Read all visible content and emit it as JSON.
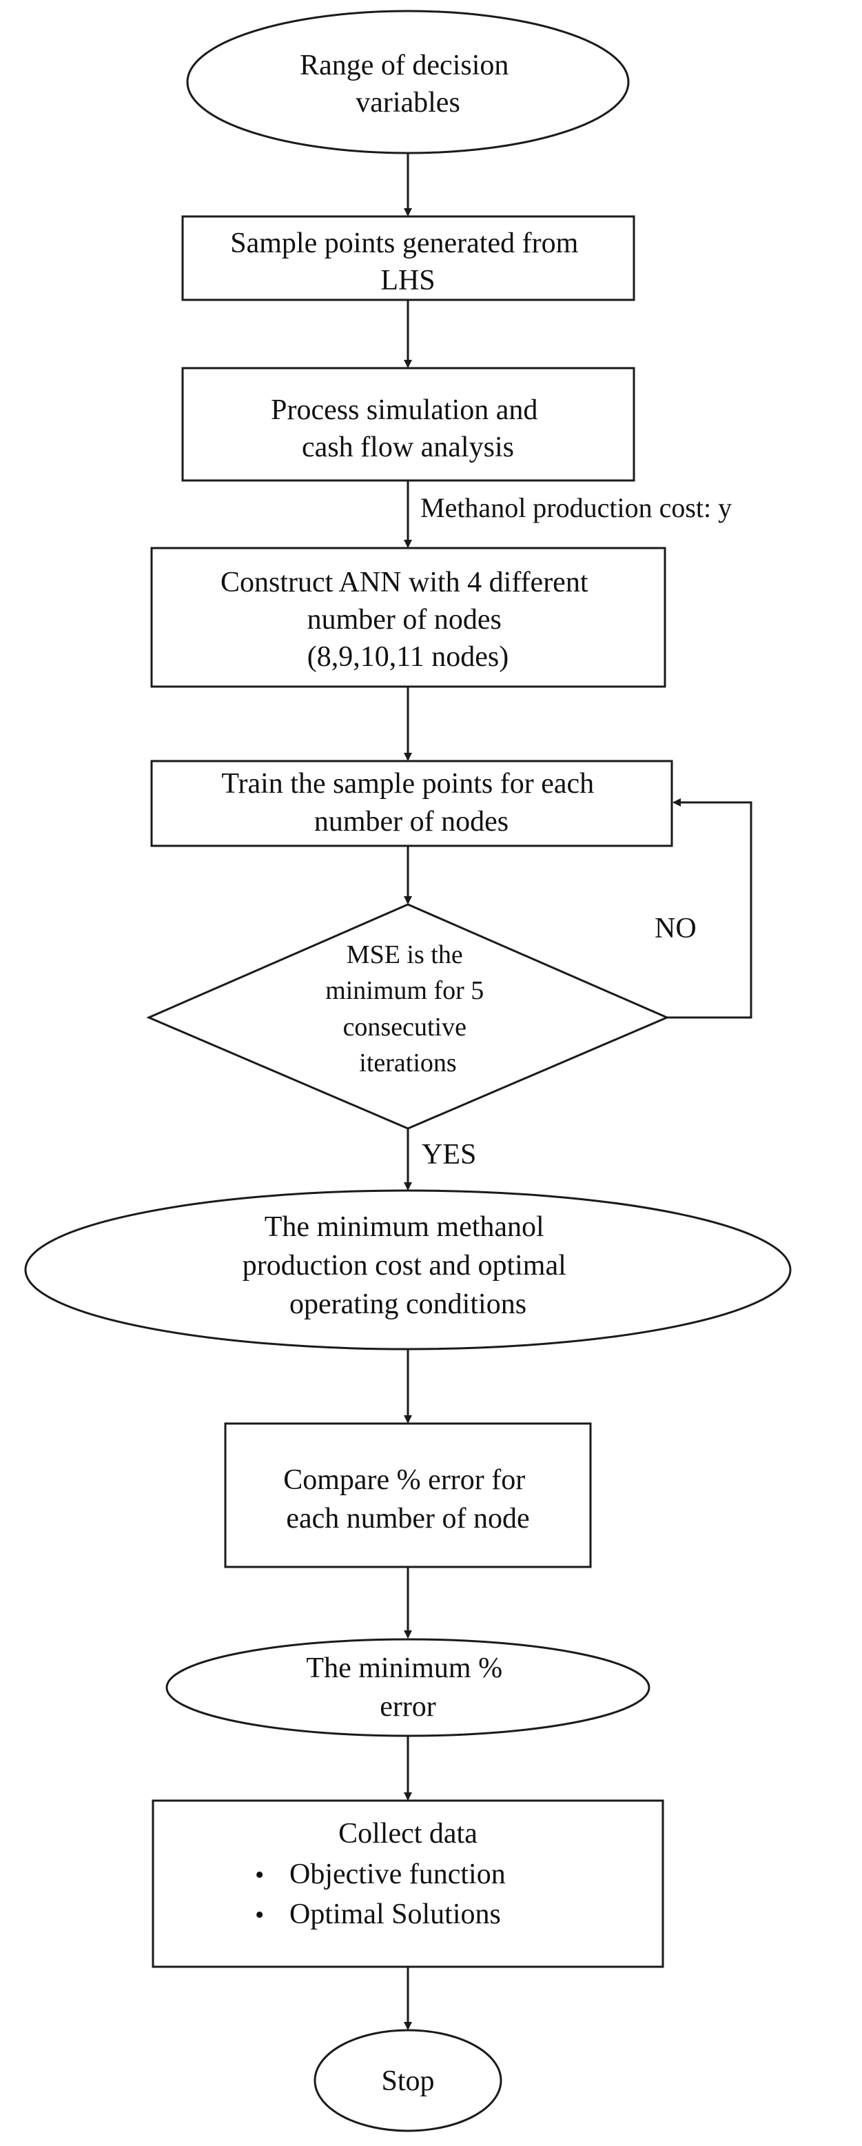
{
  "nodes": {
    "range": {
      "lines": [
        "Range of decision",
        "variables"
      ]
    },
    "lhs": {
      "lines": [
        "Sample points generated from",
        "LHS"
      ]
    },
    "process": {
      "lines": [
        "Process simulation and",
        "cash flow analysis"
      ]
    },
    "ann": {
      "lines": [
        "Construct ANN with 4 different",
        "number of nodes",
        "(8,9,10,11 nodes)"
      ]
    },
    "train": {
      "lines": [
        "Train the sample points for each",
        "number of nodes"
      ]
    },
    "mse": {
      "lines": [
        "MSE is the",
        "minimum for 5",
        "consecutive",
        "iterations"
      ]
    },
    "mincost": {
      "lines": [
        "The minimum methanol",
        "production cost and optimal",
        "operating conditions"
      ]
    },
    "compare": {
      "lines": [
        "Compare % error for",
        "each number of node"
      ]
    },
    "minerror": {
      "lines": [
        "The minimum %",
        "error"
      ]
    },
    "collect": {
      "lines": [
        "Collect data"
      ],
      "bullets": [
        "Objective function",
        "Optimal Solutions"
      ]
    },
    "stop": {
      "lines": [
        "Stop"
      ]
    }
  },
  "labels": {
    "output": "Methanol production cost: y",
    "no": "NO",
    "yes": "YES"
  }
}
